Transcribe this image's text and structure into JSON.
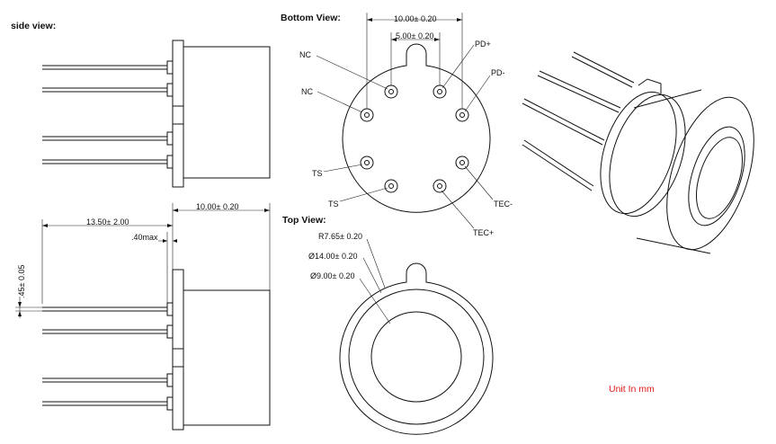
{
  "titles": {
    "side": "side view:",
    "bottom": "Bottom View:",
    "top": "Top View:"
  },
  "dimensions": {
    "bottom_span": "10.00± 0.20",
    "bottom_pitch": "5.00± 0.20",
    "side_width": "10.00± 0.20",
    "side_lead": "13.50± 2.00",
    "side_max": ".40max",
    "side_thick": ".45± 0.05",
    "top_radius": "R7.65± 0.20",
    "top_dia_outer": "Ø14.00± 0.20",
    "top_dia_inner": "Ø9.00± 0.20"
  },
  "pins": {
    "nc_top": "NC",
    "nc_left": "NC",
    "pd_plus": "PD+",
    "pd_minus": "PD-",
    "ts_left": "TS",
    "ts_bottom": "TS",
    "tec_minus": "TEC-",
    "tec_plus": "TEC+"
  },
  "unit_note": "Unit In mm",
  "colors": {
    "line": "#111111",
    "unit_note": "#e01818"
  }
}
